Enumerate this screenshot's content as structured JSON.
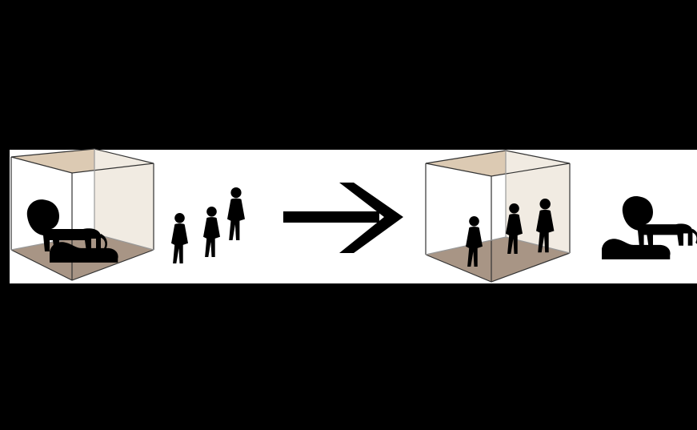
{
  "scene": {
    "background_color": "#000000",
    "band_color": "#ffffff",
    "cage_floor_color": "#a89585",
    "cage_back_color": "#f1ebe2",
    "cage_top_color": "#dccab3",
    "silhouette_color": "#000000",
    "left_panel": {
      "cage_contents": "lions",
      "outside": "people"
    },
    "transition": {
      "icon": "arrow-right-icon"
    },
    "right_panel": {
      "cage_contents": "people",
      "outside": "lions"
    }
  }
}
